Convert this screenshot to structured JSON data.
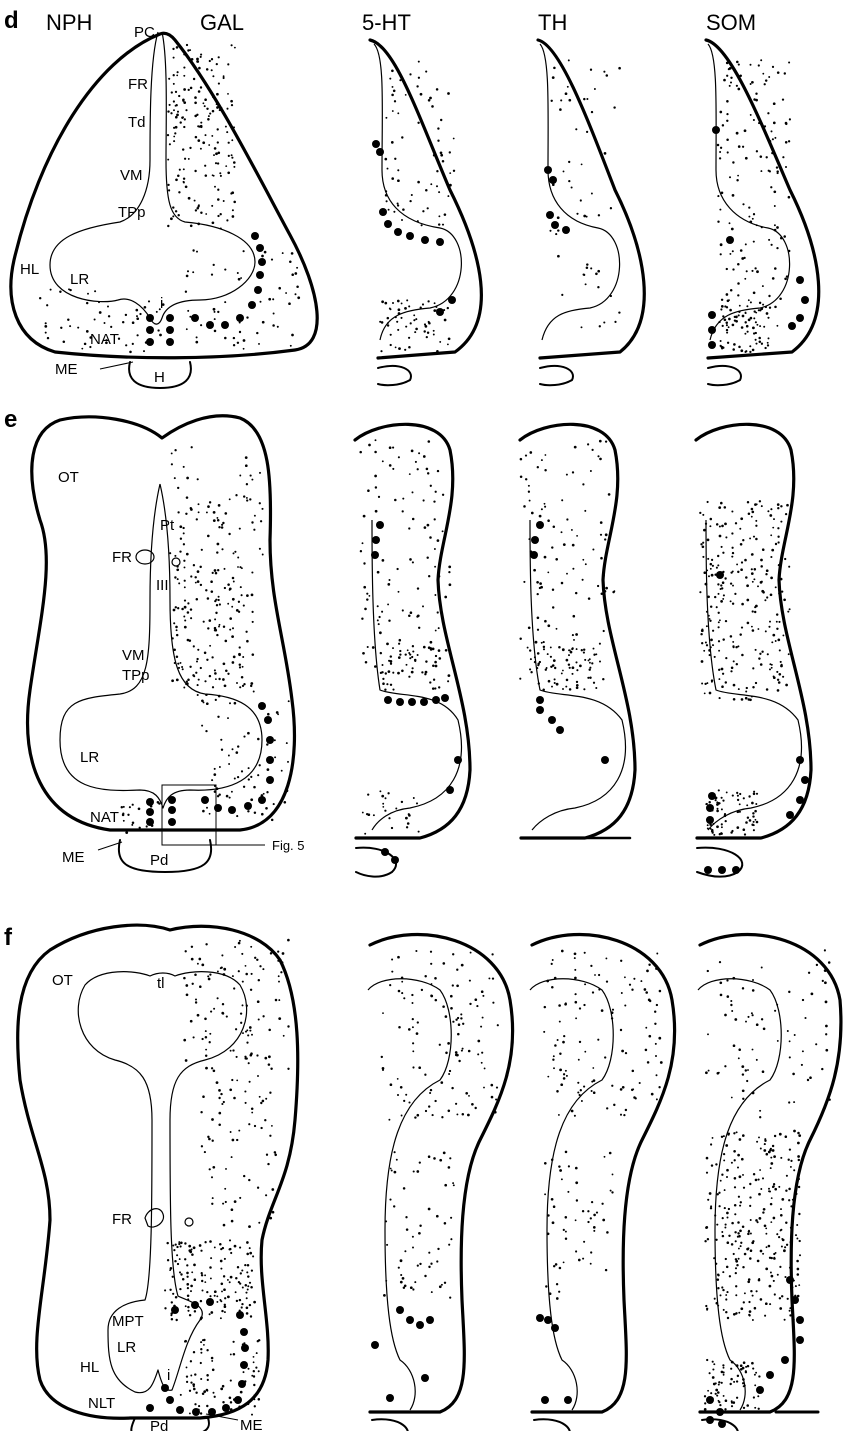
{
  "column_headers": [
    "NPH",
    "GAL",
    "5-HT",
    "TH",
    "SOM"
  ],
  "panels": {
    "d": {
      "letter": "d",
      "labels": [
        "PC",
        "FR",
        "Td",
        "VM",
        "TPp",
        "HL",
        "LR",
        "i",
        "NAT",
        "ME",
        "H"
      ]
    },
    "e": {
      "letter": "e",
      "labels": [
        "OT",
        "Pt",
        "FR",
        "III",
        "VM",
        "TPp",
        "LR",
        "NAT",
        "ME",
        "Pd"
      ],
      "figure_ref": "Fig. 5"
    },
    "f": {
      "letter": "f",
      "labels": [
        "OT",
        "tl",
        "FR",
        "MPT",
        "HL",
        "LR",
        "NLT",
        "i",
        "Pd",
        "ME"
      ]
    }
  },
  "colors": {
    "ink": "#000000",
    "background": "#ffffff"
  }
}
